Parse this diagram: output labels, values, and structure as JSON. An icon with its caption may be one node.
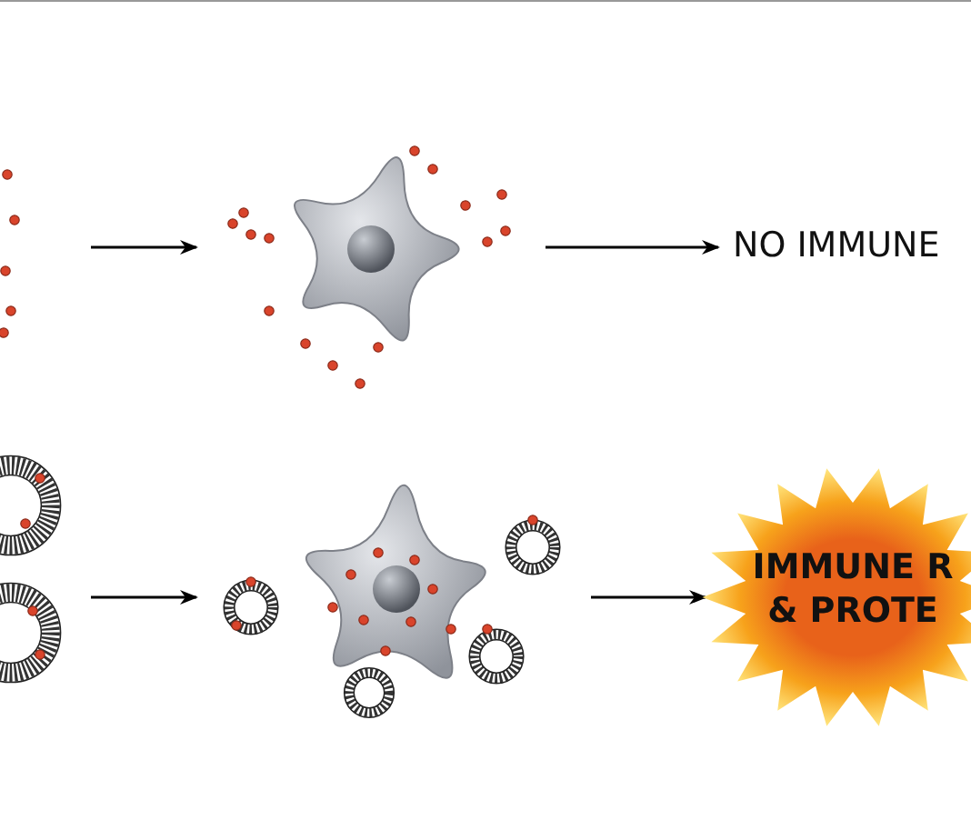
{
  "diagram": {
    "nodes": [
      {
        "text": [],
        "shape": "picture"
      },
      {
        "text": [],
        "shape": "picture"
      },
      {
        "text": [
          "NO IMMUNE"
        ]
      },
      {
        "text": [],
        "shape": "picture"
      },
      {
        "text": [],
        "shape": "picture"
      },
      {
        "text": [
          "IMMUNE R & PROTE"
        ]
      }
    ],
    "edges": [
      {
        "from": 0,
        "to": 1,
        "arrow": "to"
      },
      {
        "from": 1,
        "to": 2,
        "arrow": "to"
      },
      {
        "from": 3,
        "to": 4,
        "arrow": "to"
      },
      {
        "from": 4,
        "to": 5,
        "arrow": "to"
      }
    ]
  }
}
